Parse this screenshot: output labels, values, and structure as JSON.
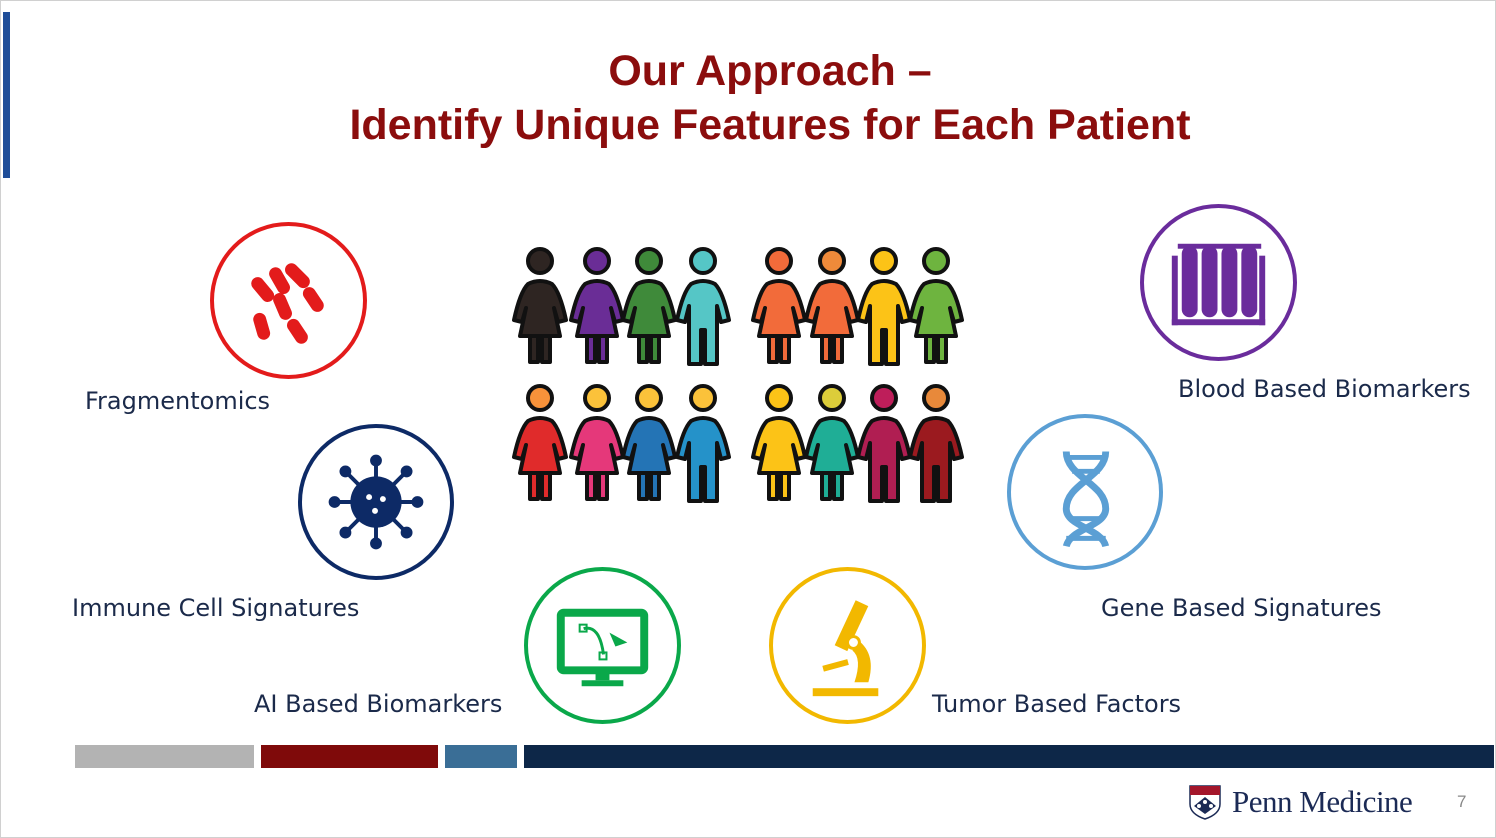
{
  "title": {
    "line1": "Our Approach –",
    "line2": "Identify Unique Features for Each Patient"
  },
  "features": [
    {
      "label": "Fragmentomics",
      "icon": "bacteria-icon",
      "color": "#e31b1b"
    },
    {
      "label": "Immune Cell Signatures",
      "icon": "virus-icon",
      "color": "#0d2a66"
    },
    {
      "label": "AI Based Biomarkers",
      "icon": "monitor-vector-icon",
      "color": "#0aa84a"
    },
    {
      "label": "Tumor Based Factors",
      "icon": "microscope-icon",
      "color": "#f2b800"
    },
    {
      "label": "Gene Based Signatures",
      "icon": "dna-icon",
      "color": "#5b9fd4"
    },
    {
      "label": "Blood Based Biomarkers",
      "icon": "test-tubes-icon",
      "color": "#6a2c9c"
    }
  ],
  "people": [
    {
      "head": "#2e2522",
      "body": "#2e2522",
      "type": "f"
    },
    {
      "head": "#6a2d96",
      "body": "#6a2d96",
      "type": "f"
    },
    {
      "head": "#3f8a3a",
      "body": "#3f8a3a",
      "type": "f"
    },
    {
      "head": "#55c6c6",
      "body": "#55c6c6",
      "type": "m"
    },
    {
      "head": "#f26b3a",
      "body": "#f26b3a",
      "type": "f"
    },
    {
      "head": "#ef8a3a",
      "body": "#f26b3a",
      "type": "f"
    },
    {
      "head": "#fcc317",
      "body": "#fcc317",
      "type": "m"
    },
    {
      "head": "#6eb43f",
      "body": "#6eb43f",
      "type": "f"
    },
    {
      "head": "#f7923a",
      "body": "#e02b2b",
      "type": "f"
    },
    {
      "head": "#fbc23a",
      "body": "#e5387a",
      "type": "f"
    },
    {
      "head": "#fbc23a",
      "body": "#2474b5",
      "type": "f"
    },
    {
      "head": "#fbc23a",
      "body": "#2592c9",
      "type": "m"
    },
    {
      "head": "#fcc317",
      "body": "#fcc317",
      "type": "f"
    },
    {
      "head": "#dccd3a",
      "body": "#1fae96",
      "type": "f"
    },
    {
      "head": "#be1e5a",
      "body": "#b01e52",
      "type": "m"
    },
    {
      "head": "#e8893a",
      "body": "#9b1a1f",
      "type": "m"
    }
  ],
  "footer": {
    "brand": "Penn Medicine",
    "page": "7",
    "stripes": [
      "#b3b3b3",
      "#7f0a0a",
      "#3a6e96",
      "#0d2748"
    ]
  }
}
